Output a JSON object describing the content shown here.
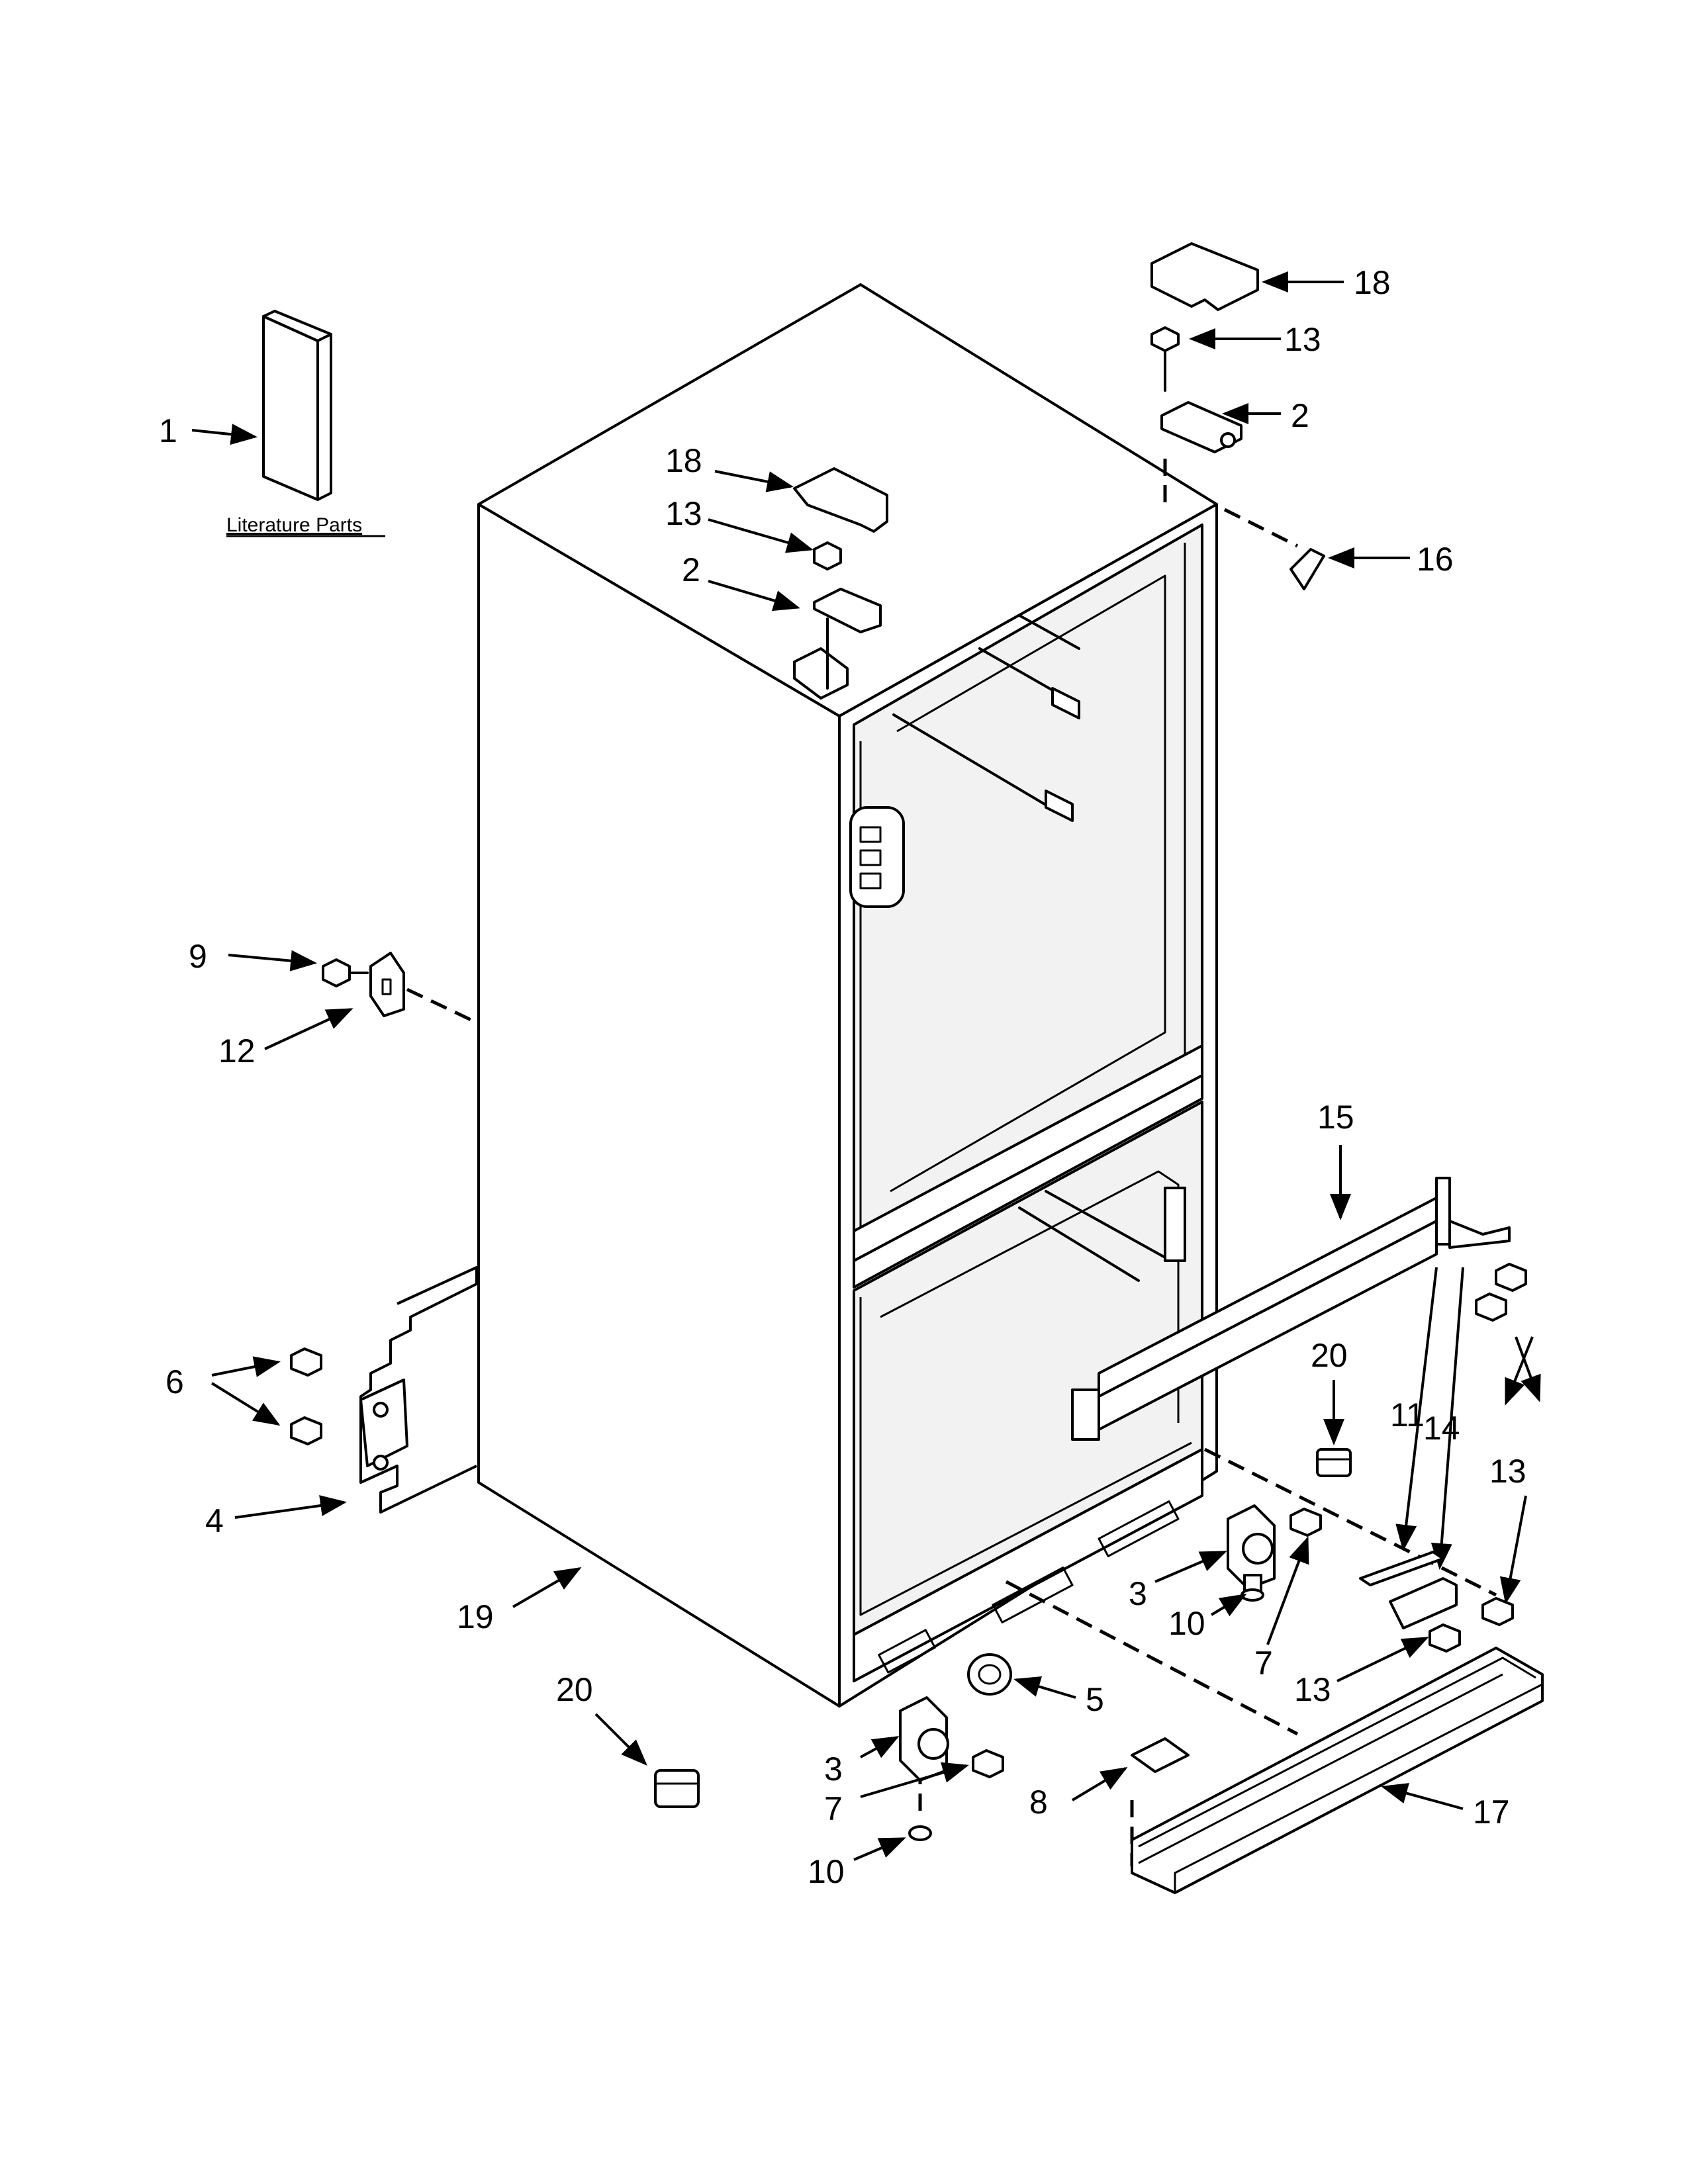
{
  "literature_label": "Literature Parts",
  "callouts": {
    "c1": "1",
    "c18a": "18",
    "c13a": "13",
    "c2a": "2",
    "c18b": "18",
    "c13b": "13",
    "c2b": "2",
    "c16": "16",
    "c9": "9",
    "c12": "12",
    "c15": "15",
    "c20a": "20",
    "c11": "11",
    "c14": "14",
    "c13c": "13",
    "c6": "6",
    "c4": "4",
    "c3a": "3",
    "c10a": "10",
    "c7a": "7",
    "c13d": "13",
    "c19": "19",
    "c5": "5",
    "c20b": "20",
    "c3b": "3",
    "c7b": "7",
    "c8": "8",
    "c17": "17",
    "c10b": "10"
  }
}
